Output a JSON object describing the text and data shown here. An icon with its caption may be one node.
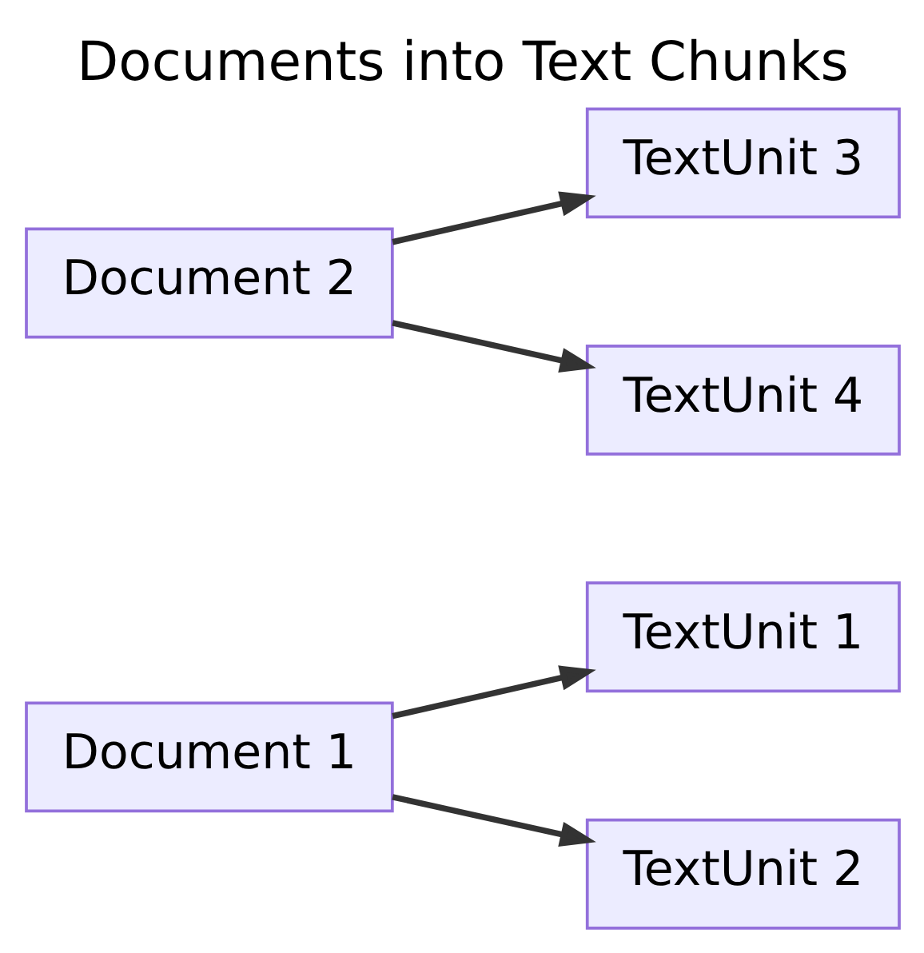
{
  "diagram": {
    "title": "Documents into Text Chunks",
    "nodes": [
      {
        "text": [
          "Document 1"
        ]
      },
      {
        "text": [
          "TextUnit 1"
        ]
      },
      {
        "text": [
          "TextUnit 2"
        ]
      },
      {
        "text": [
          "Document 2"
        ]
      },
      {
        "text": [
          "TextUnit 3"
        ]
      },
      {
        "text": [
          "TextUnit 4"
        ]
      }
    ],
    "edges": [
      {
        "from": 0,
        "to": 1,
        "arrow": "to"
      },
      {
        "from": 0,
        "to": 2,
        "arrow": "to"
      },
      {
        "from": 3,
        "to": 4,
        "arrow": "to"
      },
      {
        "from": 3,
        "to": 5,
        "arrow": "to"
      }
    ]
  }
}
